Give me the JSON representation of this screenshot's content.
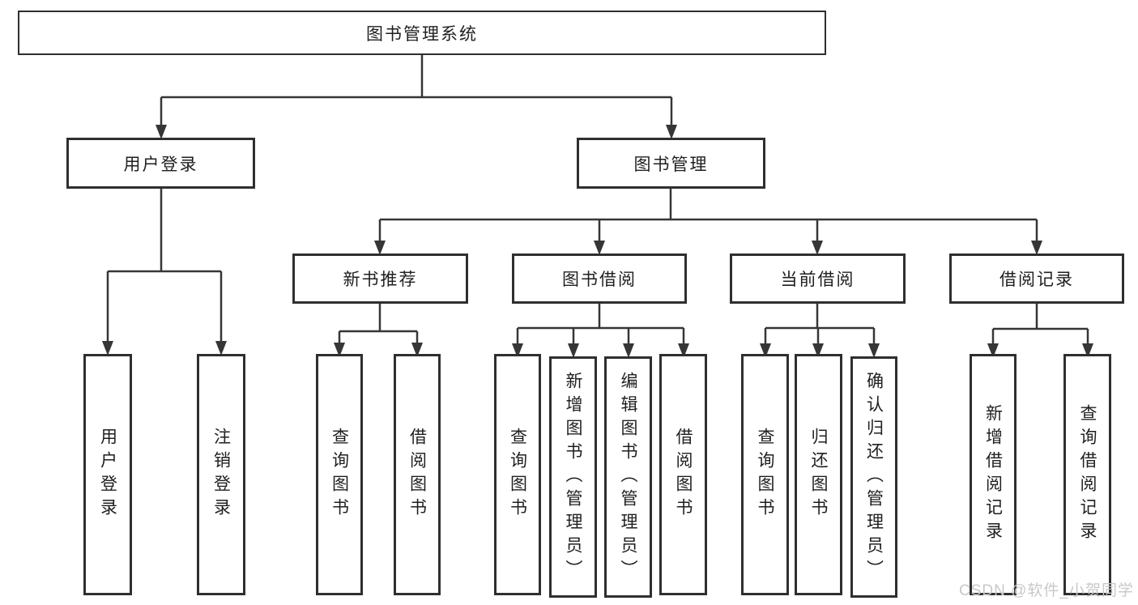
{
  "diagram_type": "hierarchy-tree",
  "tree": {
    "label": "图书管理系统",
    "children": [
      {
        "label": "用户登录",
        "children": [
          {
            "label": "用户登录"
          },
          {
            "label": "注销登录"
          }
        ]
      },
      {
        "label": "图书管理",
        "children": [
          {
            "label": "新书推荐",
            "children": [
              {
                "label": "查询图书"
              },
              {
                "label": "借阅图书"
              }
            ]
          },
          {
            "label": "图书借阅",
            "children": [
              {
                "label": "查询图书"
              },
              {
                "label": "新增图书（管理员）"
              },
              {
                "label": "编辑图书（管理员）"
              },
              {
                "label": "借阅图书"
              }
            ]
          },
          {
            "label": "当前借阅",
            "children": [
              {
                "label": "查询图书"
              },
              {
                "label": "归还图书"
              },
              {
                "label": "确认归还（管理员）"
              }
            ]
          },
          {
            "label": "借阅记录",
            "children": [
              {
                "label": "新增借阅记录"
              },
              {
                "label": "查询借阅记录"
              }
            ]
          }
        ]
      }
    ]
  },
  "watermark": "CSDN @软件_小贺同学",
  "colors": {
    "line": "#363636",
    "border": "#2f2f2f",
    "text": "#1f1f1f",
    "watermark": "#c8c8c8",
    "background": "#ffffff"
  }
}
